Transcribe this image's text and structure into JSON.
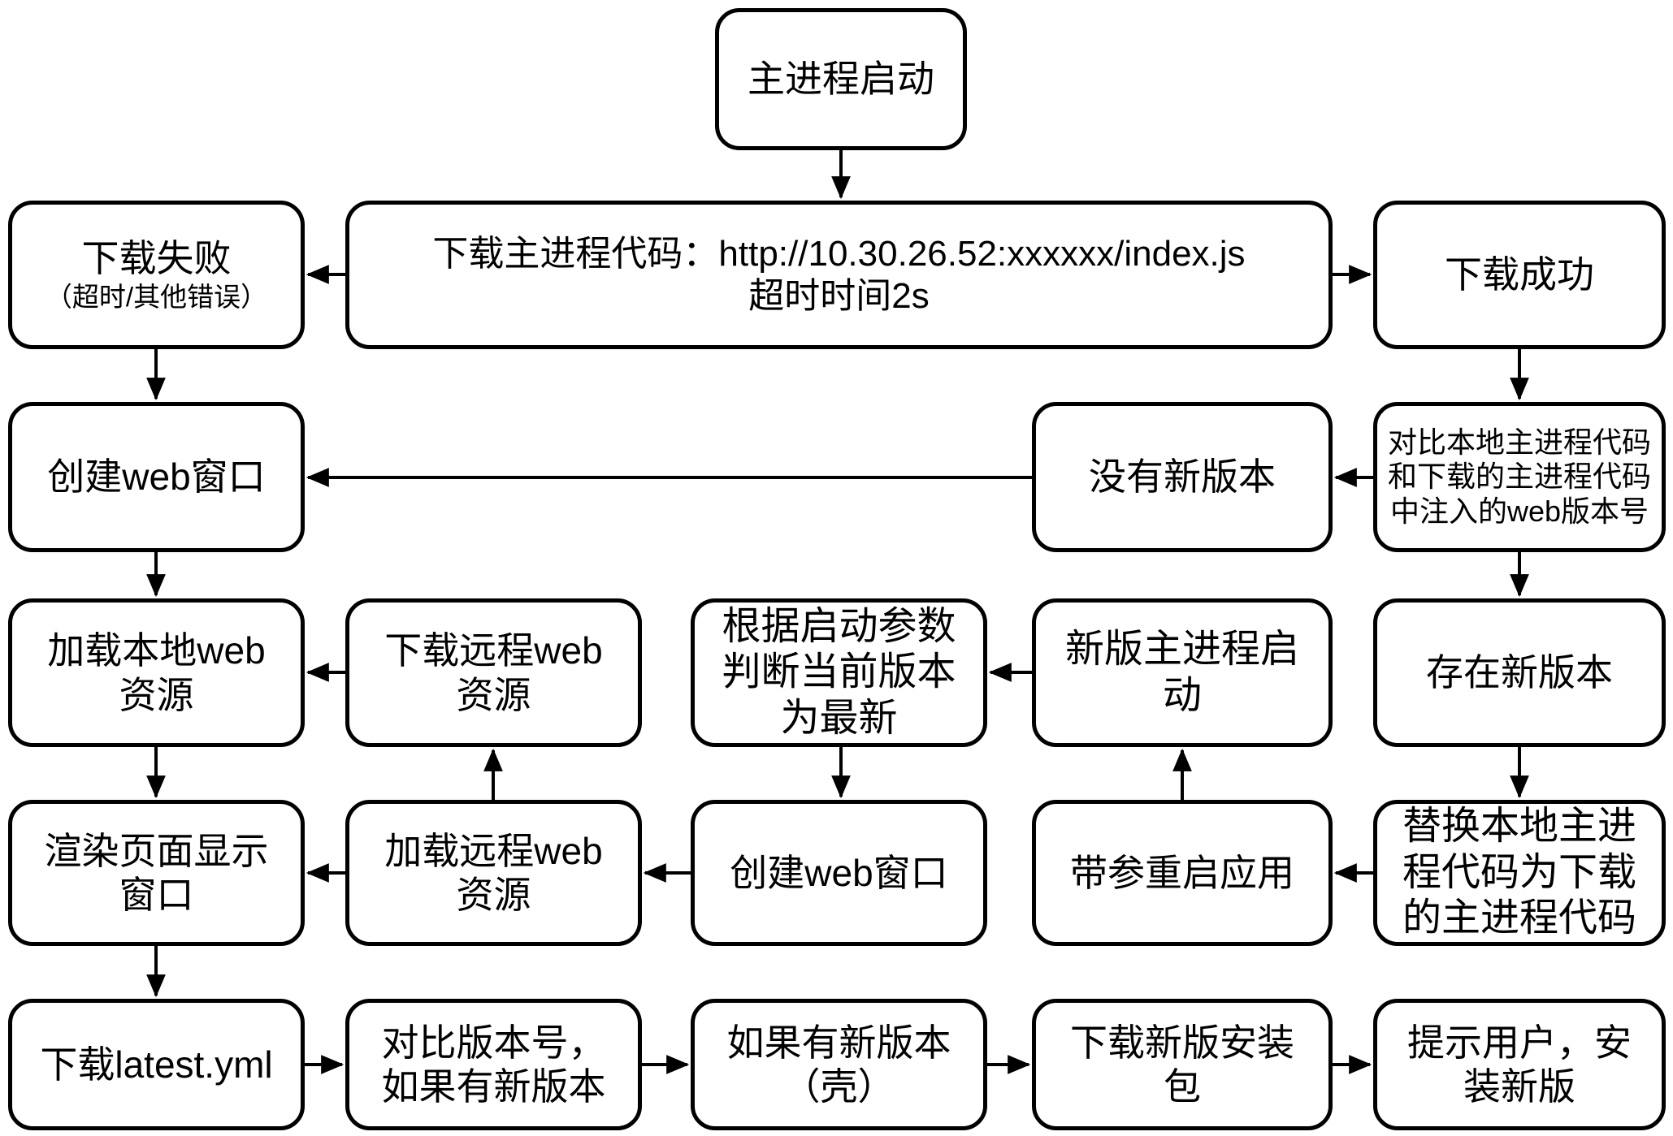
{
  "colors": {
    "box_border": "#000000",
    "box_fill": "#ffffff",
    "arrow": "#000000",
    "text": "#000000",
    "background": "#ffffff"
  },
  "nodes": {
    "main_start": {
      "label": "主进程启动"
    },
    "download_fail": {
      "title": "下载失败",
      "subtitle": "（超时/其他错误）"
    },
    "download_code": {
      "label": "下载主进程代码：http://10.30.26.52:xxxxxx/index.js\n超时时间2s"
    },
    "download_success": {
      "label": "下载成功"
    },
    "create_web_window_1": {
      "label": "创建web窗口"
    },
    "no_new_version": {
      "label": "没有新版本"
    },
    "compare_versions": {
      "label": "对比本地主进程代码\n和下载的主进程代码\n中注入的web版本号"
    },
    "load_local_web": {
      "label": "加载本地web\n资源"
    },
    "download_remote_web": {
      "label": "下载远程web\n资源"
    },
    "judge_latest": {
      "label": "根据启动参数\n判断当前版本\n为最新"
    },
    "new_main_start": {
      "label": "新版主进程启\n动"
    },
    "has_new_version": {
      "label": "存在新版本"
    },
    "render_page": {
      "label": "渲染页面显示\n窗口"
    },
    "load_remote_web": {
      "label": "加载远程web\n资源"
    },
    "create_web_window_2": {
      "label": "创建web窗口"
    },
    "restart_with_args": {
      "label": "带参重启应用"
    },
    "replace_local_code": {
      "label": "替换本地主进\n程代码为下载\n的主进程代码"
    },
    "download_latest_yml": {
      "label": "下载latest.yml"
    },
    "compare_version_no": {
      "label": "对比版本号，\n如果有新版本"
    },
    "new_version_shell": {
      "label": "如果有新版本\n（壳）"
    },
    "download_installer": {
      "label": "下载新版安装\n包"
    },
    "prompt_install": {
      "label": "提示用户，安\n装新版"
    }
  },
  "edges": [
    {
      "from": "main_start",
      "to": "download_code"
    },
    {
      "from": "download_code",
      "to": "download_fail"
    },
    {
      "from": "download_code",
      "to": "download_success"
    },
    {
      "from": "download_fail",
      "to": "create_web_window_1"
    },
    {
      "from": "download_success",
      "to": "compare_versions"
    },
    {
      "from": "compare_versions",
      "to": "no_new_version"
    },
    {
      "from": "no_new_version",
      "to": "create_web_window_1"
    },
    {
      "from": "create_web_window_1",
      "to": "load_local_web"
    },
    {
      "from": "compare_versions",
      "to": "has_new_version"
    },
    {
      "from": "has_new_version",
      "to": "replace_local_code"
    },
    {
      "from": "replace_local_code",
      "to": "restart_with_args"
    },
    {
      "from": "restart_with_args",
      "to": "new_main_start"
    },
    {
      "from": "new_main_start",
      "to": "judge_latest"
    },
    {
      "from": "judge_latest",
      "to": "create_web_window_2"
    },
    {
      "from": "create_web_window_2",
      "to": "load_remote_web"
    },
    {
      "from": "load_remote_web",
      "to": "download_remote_web"
    },
    {
      "from": "download_remote_web",
      "to": "load_local_web"
    },
    {
      "from": "load_local_web",
      "to": "render_page"
    },
    {
      "from": "load_remote_web",
      "to": "render_page"
    },
    {
      "from": "render_page",
      "to": "download_latest_yml"
    },
    {
      "from": "download_latest_yml",
      "to": "compare_version_no"
    },
    {
      "from": "compare_version_no",
      "to": "new_version_shell"
    },
    {
      "from": "new_version_shell",
      "to": "download_installer"
    },
    {
      "from": "download_installer",
      "to": "prompt_install"
    }
  ]
}
